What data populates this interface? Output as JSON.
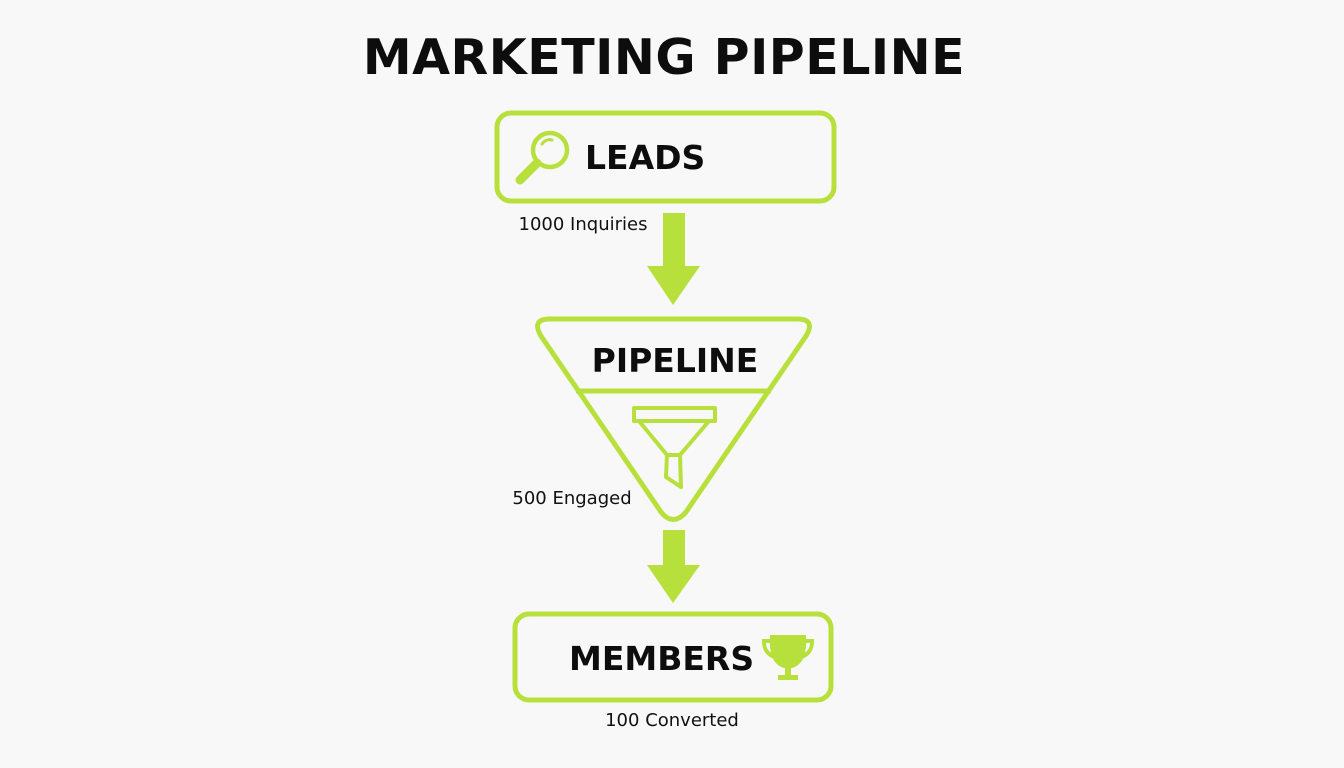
{
  "title": "MARKETING PIPELINE",
  "colors": {
    "accent": "#b8e03c",
    "text": "#0d0d0d",
    "background": "#f7f8f7"
  },
  "stages": [
    {
      "label": "LEADS",
      "icon": "magnifier-icon",
      "count": "1000 Inquiries"
    },
    {
      "label": "PIPELINE",
      "icon": "funnel-icon",
      "count": "500 Engaged"
    },
    {
      "label": "MEMBERS",
      "icon": "trophy-icon",
      "count": "100 Converted"
    }
  ]
}
